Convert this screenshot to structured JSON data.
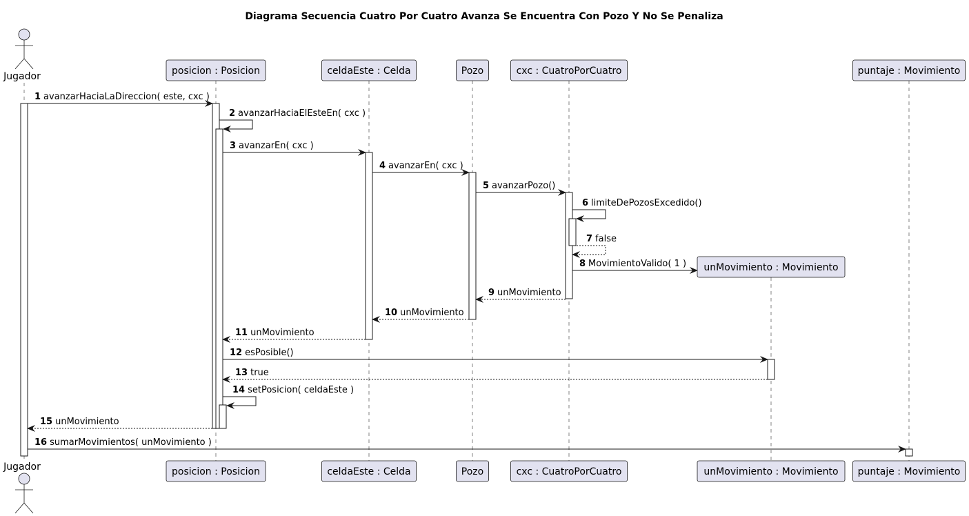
{
  "title": "Diagrama Secuencia Cuatro Por Cuatro Avanza Se Encuentra Con Pozo Y No Se Penaliza",
  "colors": {
    "participant_fill": "#E2E2F0",
    "border": "#181818",
    "lifeline": "#808080"
  },
  "participants": [
    {
      "id": "jugador",
      "label": "Jugador",
      "kind": "actor"
    },
    {
      "id": "posicion",
      "label": "posicion : Posicion",
      "kind": "box"
    },
    {
      "id": "celda",
      "label": "celdaEste : Celda",
      "kind": "box"
    },
    {
      "id": "pozo",
      "label": "Pozo",
      "kind": "box"
    },
    {
      "id": "cxc",
      "label": "cxc : CuatroPorCuatro",
      "kind": "box"
    },
    {
      "id": "unmov",
      "label": "unMovimiento  : Movimiento",
      "kind": "box",
      "created": true
    },
    {
      "id": "puntaje",
      "label": "puntaje : Movimiento",
      "kind": "box"
    }
  ],
  "messages": [
    {
      "n": "1",
      "text": "avanzarHaciaLaDireccion( este, cxc )",
      "from": "jugador",
      "to": "posicion",
      "style": "solid"
    },
    {
      "n": "2",
      "text": "avanzarHaciaElEsteEn( cxc )",
      "from": "posicion",
      "to": "posicion",
      "style": "solid"
    },
    {
      "n": "3",
      "text": "avanzarEn( cxc )",
      "from": "posicion",
      "to": "celda",
      "style": "solid"
    },
    {
      "n": "4",
      "text": "avanzarEn( cxc )",
      "from": "celda",
      "to": "pozo",
      "style": "solid"
    },
    {
      "n": "5",
      "text": "avanzarPozo()",
      "from": "pozo",
      "to": "cxc",
      "style": "solid"
    },
    {
      "n": "6",
      "text": "limiteDePozosExcedido()",
      "from": "cxc",
      "to": "cxc",
      "style": "solid"
    },
    {
      "n": "7",
      "text": "false",
      "from": "cxc",
      "to": "cxc",
      "style": "dashed"
    },
    {
      "n": "8",
      "text": "MovimientoValido( 1 )",
      "from": "cxc",
      "to": "unmov",
      "style": "solid"
    },
    {
      "n": "9",
      "text": "unMovimiento",
      "from": "cxc",
      "to": "pozo",
      "style": "dashed"
    },
    {
      "n": "10",
      "text": "unMovimiento",
      "from": "pozo",
      "to": "celda",
      "style": "dashed"
    },
    {
      "n": "11",
      "text": "unMovimiento",
      "from": "celda",
      "to": "posicion",
      "style": "dashed"
    },
    {
      "n": "12",
      "text": "esPosible()",
      "from": "posicion",
      "to": "unmov",
      "style": "solid"
    },
    {
      "n": "13",
      "text": "true",
      "from": "unmov",
      "to": "posicion",
      "style": "dashed"
    },
    {
      "n": "14",
      "text": "setPosicion( celdaEste )",
      "from": "posicion",
      "to": "posicion",
      "style": "solid"
    },
    {
      "n": "15",
      "text": "unMovimiento",
      "from": "posicion",
      "to": "jugador",
      "style": "dashed"
    },
    {
      "n": "16",
      "text": "sumarMovimientos( unMovimiento  )",
      "from": "jugador",
      "to": "puntaje",
      "style": "solid"
    }
  ]
}
